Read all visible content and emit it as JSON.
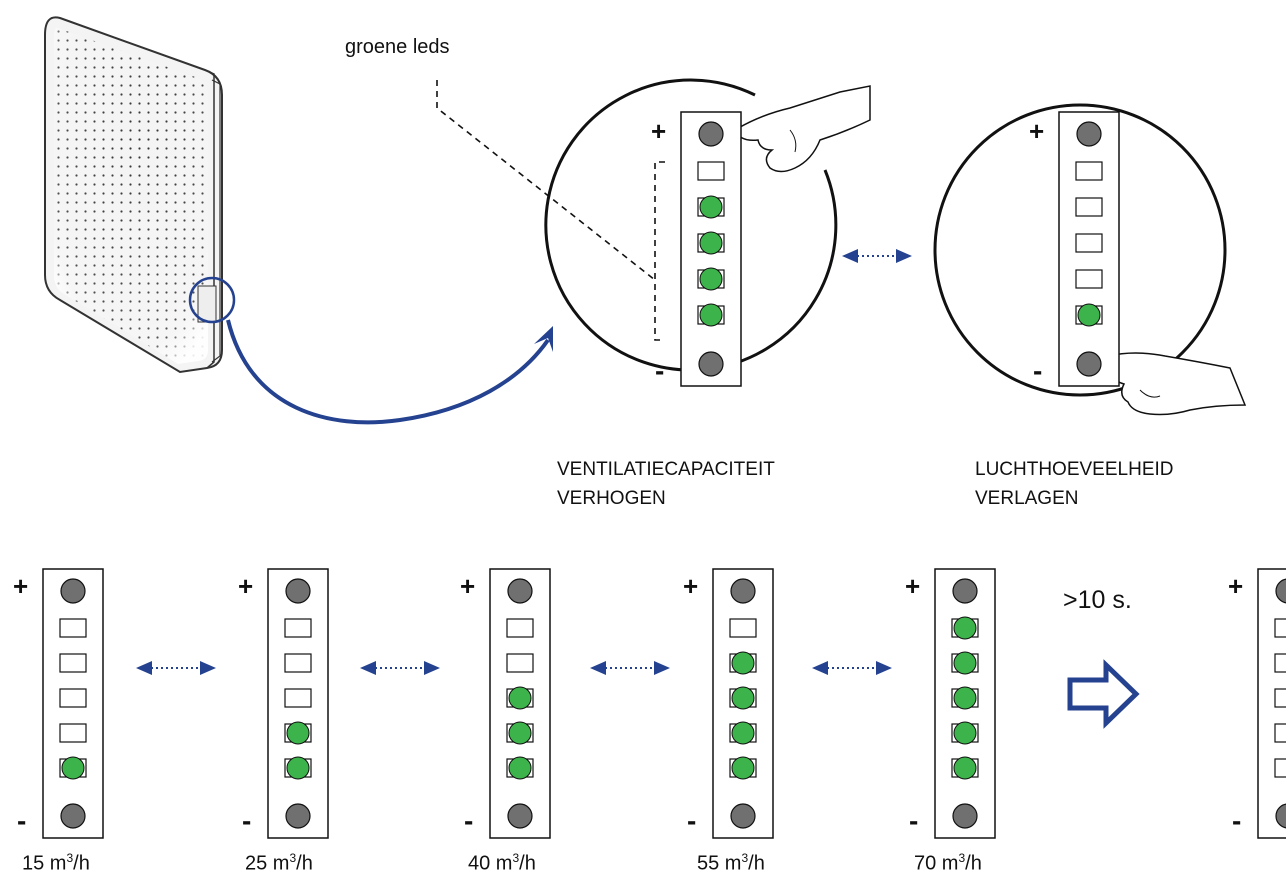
{
  "callout_label": "groene leds",
  "panel_increase": {
    "caption_line1": "VENTILATIECAPACITEIT",
    "caption_line2": "VERHOGEN",
    "leds_on": [
      false,
      true,
      true,
      true,
      true
    ]
  },
  "panel_decrease": {
    "caption_line1": "LUCHTHOEVEELHEID",
    "caption_line2": "VERLAGEN",
    "leds_on": [
      false,
      false,
      false,
      false,
      true
    ]
  },
  "control": {
    "plus_sign": "+",
    "minus_sign": "-"
  },
  "steps": [
    {
      "flow": "15 m",
      "unit_exp": "3",
      "unit_tail": "/h",
      "leds_on": [
        false,
        false,
        false,
        false,
        true
      ]
    },
    {
      "flow": "25 m",
      "unit_exp": "3",
      "unit_tail": "/h",
      "leds_on": [
        false,
        false,
        false,
        true,
        true
      ]
    },
    {
      "flow": "40 m",
      "unit_exp": "3",
      "unit_tail": "/h",
      "leds_on": [
        false,
        false,
        true,
        true,
        true
      ]
    },
    {
      "flow": "55 m",
      "unit_exp": "3",
      "unit_tail": "/h",
      "leds_on": [
        false,
        true,
        true,
        true,
        true
      ]
    },
    {
      "flow": "70 m",
      "unit_exp": "3",
      "unit_tail": "/h",
      "leds_on": [
        true,
        true,
        true,
        true,
        true
      ]
    }
  ],
  "timeout": {
    "label": ">10 s.",
    "result_leds_on": [
      false,
      false,
      false,
      false,
      false
    ]
  },
  "colors": {
    "led_green": "#3cb44b",
    "button_grey": "#707070",
    "arrow_blue": "#24428f",
    "outline": "#111111"
  }
}
